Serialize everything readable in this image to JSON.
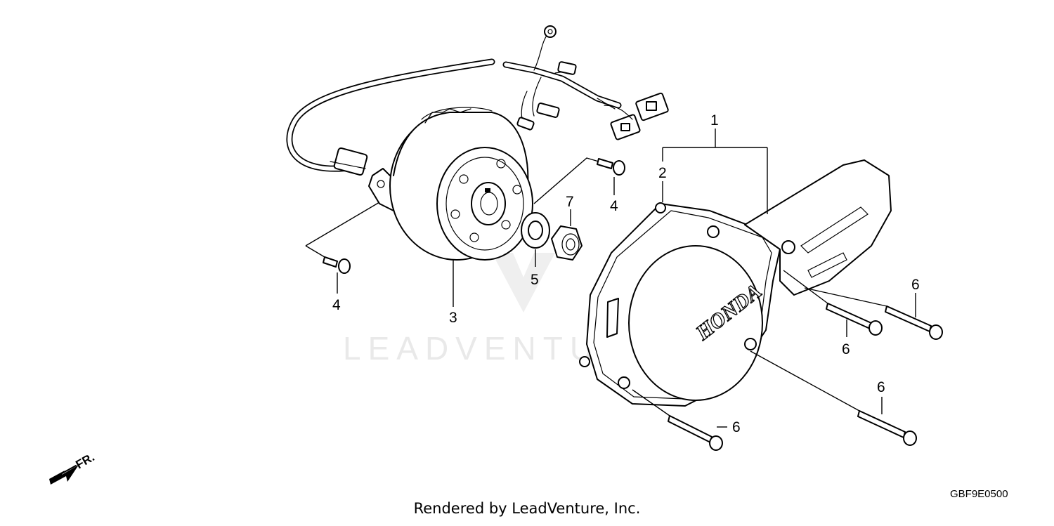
{
  "diagram": {
    "watermark": "LEADVENTURE",
    "cover_logo": "HONDA",
    "direction_label": "FR.",
    "diagram_code": "GBF9E0500",
    "callouts": {
      "c1": "1",
      "c2": "2",
      "c3": "3",
      "c4_left": "4",
      "c4_right": "4",
      "c5": "5",
      "c6_a": "6",
      "c6_b": "6",
      "c6_c": "6",
      "c6_d": "6",
      "c7": "7"
    }
  },
  "footer": {
    "text": "Rendered by LeadVenture, Inc."
  }
}
